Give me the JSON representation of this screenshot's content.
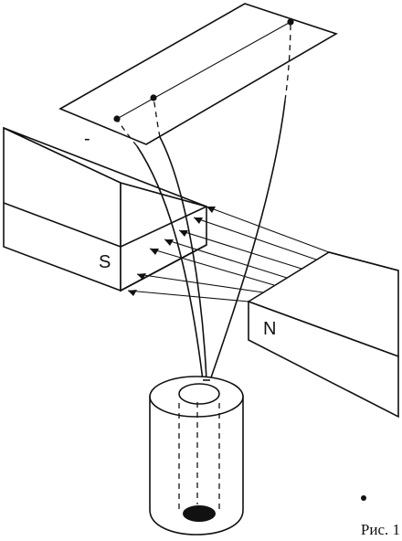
{
  "figure": {
    "pole_s": "S",
    "pole_n": "N",
    "caption": "Рис. 1",
    "plate_charge": "-",
    "ink": "#111111",
    "background": "#ffffff"
  }
}
